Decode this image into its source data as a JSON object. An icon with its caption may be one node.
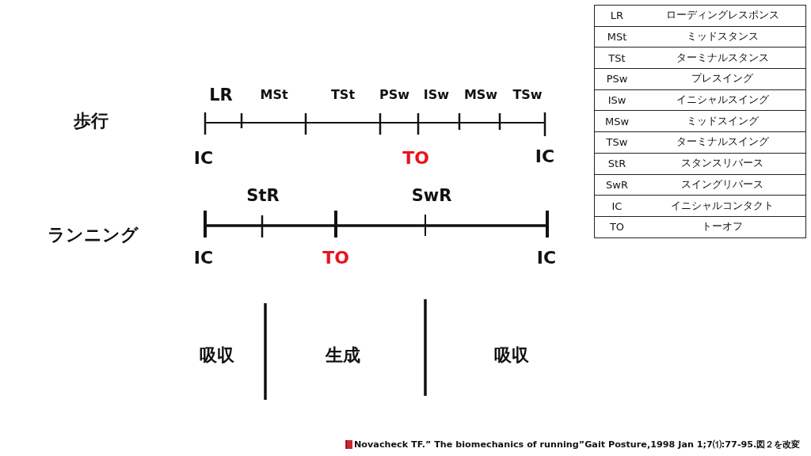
{
  "diagram": {
    "labels": [
      "LR",
      "ローディングレスポンス",
      "MSt",
      "ミッドスタンス",
      "TSt",
      "ターミナルスタンス",
      "PSw",
      "プレスイング",
      "ISw",
      "イニシャルスイング",
      "MSw",
      "ミッドスイング",
      "TSw",
      "ターミナルスイング",
      "StR",
      "スタンスリバース",
      "SwR",
      "スイングリバース",
      "IC",
      "イニシャルコンタクト",
      "TO",
      "トーオフ",
      "LR",
      "MSt",
      "TSt",
      "PSw",
      "ISw",
      "MSw",
      "TSw",
      "歩行",
      "IC",
      "TO",
      "IC",
      "StR",
      "SwR",
      "ランニング",
      "IC",
      "TO",
      "IC",
      "吸収",
      "生成",
      "吸収",
      "Novacheck TF.” The biomechanics of running”Gait Posture,1998 Jan 1;7⑴:77-95.図２を改変"
    ]
  }
}
